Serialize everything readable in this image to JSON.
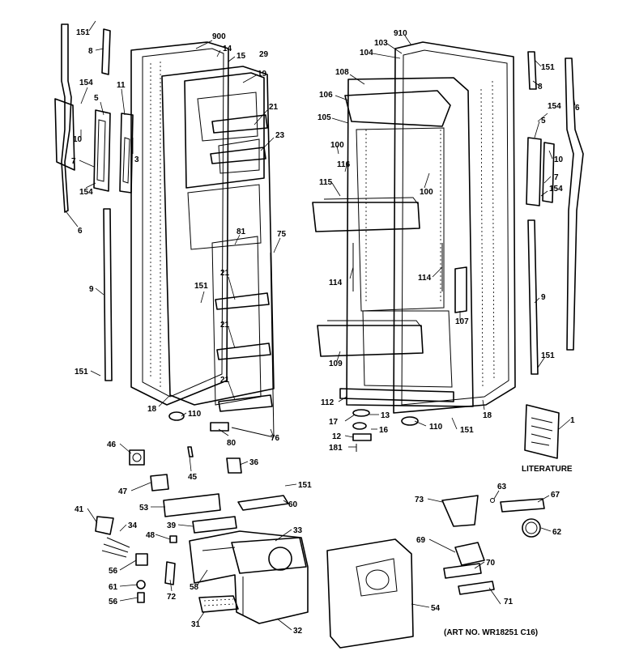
{
  "labels": {
    "l151a": "151",
    "l8a": "8",
    "l154a": "154",
    "l5a": "5",
    "l11": "11",
    "l10a": "10",
    "l3": "3",
    "l7a": "7",
    "l154b": "154",
    "l6a": "6",
    "l9a": "9",
    "l151b": "151",
    "l900": "900",
    "l14": "14",
    "l15": "15",
    "l29": "29",
    "l19": "19",
    "l21a": "21",
    "l23": "23",
    "l81": "81",
    "l75": "75",
    "l151c": "151",
    "l21b": "21",
    "l21c": "21",
    "l21d": "21",
    "l18a": "18",
    "l110a": "110",
    "l80": "80",
    "l76": "76",
    "l910": "910",
    "l103": "103",
    "l104": "104",
    "l108": "108",
    "l106": "106",
    "l105": "105",
    "l100a": "100",
    "l116": "116",
    "l115": "115",
    "l100b": "100",
    "l114a": "114",
    "l114b": "114",
    "l107": "107",
    "l109": "109",
    "l112": "112",
    "l18b": "18",
    "l17": "17",
    "l13": "13",
    "l110b": "110",
    "l151d": "151",
    "l12": "12",
    "l16": "16",
    "l181": "181",
    "l151e": "151",
    "l8b": "8",
    "l6b": "6",
    "l154c": "154",
    "l5b": "5",
    "l10b": "10",
    "l7b": "7",
    "l154d": "154",
    "l9b": "9",
    "l151f": "151",
    "l1": "1",
    "l46": "46",
    "l45": "45",
    "l36": "36",
    "l151g": "151",
    "l47": "47",
    "l53": "53",
    "l60": "60",
    "l41": "41",
    "l39": "39",
    "l34": "34",
    "l48": "48",
    "l33": "33",
    "l56a": "56",
    "l61": "61",
    "l56b": "56",
    "l58": "58",
    "l72": "72",
    "l31": "31",
    "l32": "32",
    "l54": "54",
    "l73": "73",
    "l63": "63",
    "l67": "67",
    "l62": "62",
    "l69": "69",
    "l70": "70",
    "l71": "71"
  },
  "literature_label": "LITERATURE",
  "art_number": "(ART NO. WR18251 C16)"
}
